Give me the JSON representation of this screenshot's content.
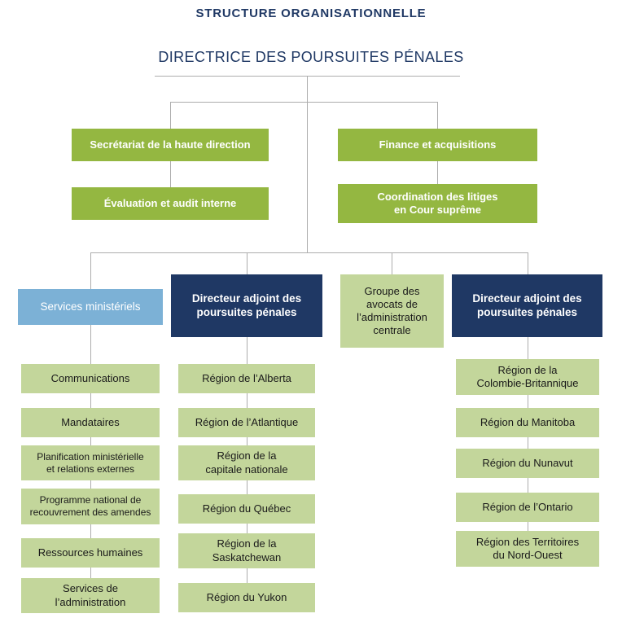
{
  "header": {
    "title": "STRUCTURE ORGANISATIONNELLE",
    "root": "DIRECTRICE DES POURSUITES PÉNALES"
  },
  "level1": {
    "secretariat": "Secrétariat de la haute direction",
    "finance": "Finance et acquisitions",
    "evaluation": "Évaluation et audit interne",
    "coordination": "Coordination des litiges\nen Cour suprême"
  },
  "branches": {
    "services_ministeriels": "Services ministériels",
    "directeur_adjoint_gauche": "Directeur adjoint des\npoursuites pénales",
    "groupe_avocats": "Groupe des\navocats de\nl’administration\ncentrale",
    "directeur_adjoint_droit": "Directeur adjoint des\npoursuites pénales"
  },
  "columns": {
    "services": [
      "Communications",
      "Mandataires",
      "Planification ministérielle\net relations externes",
      "Programme national de\nrecouvrement des amendes",
      "Ressources humaines",
      "Services de\nl’administration"
    ],
    "regions_gauche": [
      "Région de l’Alberta",
      "Région de l’Atlantique",
      "Région de la\ncapitale nationale",
      "Région du Québec",
      "Région de la\nSaskatchewan",
      "Région du Yukon"
    ],
    "regions_droite": [
      "Région de la\nColombie-Britannique",
      "Région du Manitoba",
      "Région du Nunavut",
      "Région de l’Ontario",
      "Région des Territoires\ndu Nord-Ouest"
    ]
  },
  "colors": {
    "navy": "#1f3864",
    "green": "#94b741",
    "light_green": "#c3d69b",
    "light_blue": "#7cb1d6",
    "connector_gray": "#adadad"
  }
}
